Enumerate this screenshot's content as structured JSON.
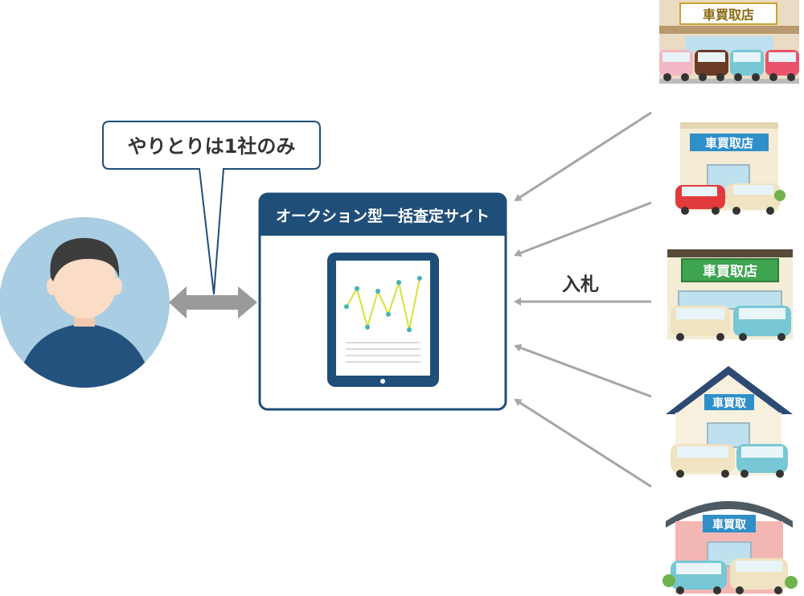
{
  "speech_bubble": {
    "text": "やりとりは1社のみ"
  },
  "site_panel": {
    "title": "オークション型一括査定サイト"
  },
  "bid_label": "入札",
  "shops": [
    {
      "sign": "車買取店"
    },
    {
      "sign": "車買取店"
    },
    {
      "sign": "車買取店"
    },
    {
      "sign": "車買取"
    },
    {
      "sign": "車買取"
    }
  ],
  "tablet_chart": {
    "values": [
      0.45,
      0.8,
      0.05,
      0.75,
      0.3,
      0.92,
      0.0,
      1.0
    ]
  },
  "colors": {
    "navy": "#1f4e79",
    "avatar_bg": "#a9cde2",
    "shirt": "#23527e",
    "hair": "#3d3d3d",
    "skin": "#fbdcc7",
    "arrow_gray": "#a6a6a6",
    "chart_line": "#d7e13a",
    "chart_dot": "#43b3b1"
  }
}
